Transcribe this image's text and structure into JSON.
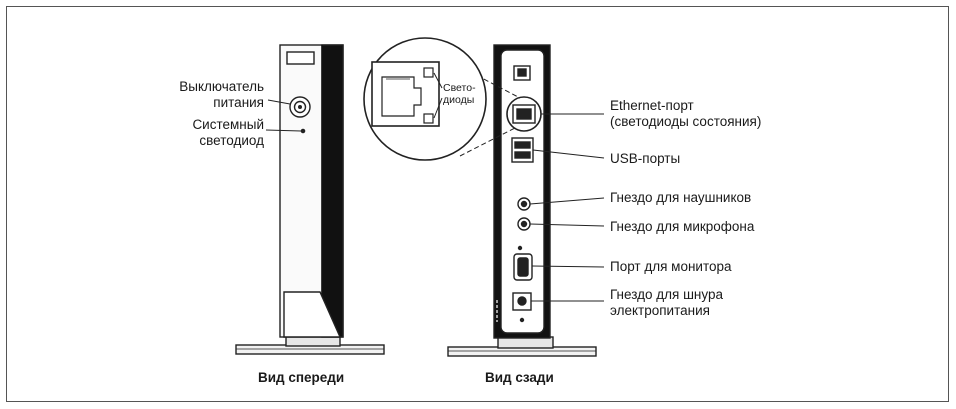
{
  "front": {
    "caption": "Вид спереди",
    "labels": {
      "power_switch": [
        "Выключатель",
        "питания"
      ],
      "system_led": [
        "Системный",
        "светодиод"
      ]
    }
  },
  "back": {
    "caption": "Вид сзади",
    "inset_label": [
      "Свето-",
      "диоды"
    ],
    "labels": {
      "ethernet": [
        "Ethernet-порт",
        "(светодиоды состояния)"
      ],
      "usb": "USB-порты",
      "headphone": "Гнездо для наушников",
      "microphone": "Гнездо для микрофона",
      "monitor": "Порт для монитора",
      "power": [
        "Гнездо для шнура",
        "электропитания"
      ]
    }
  }
}
